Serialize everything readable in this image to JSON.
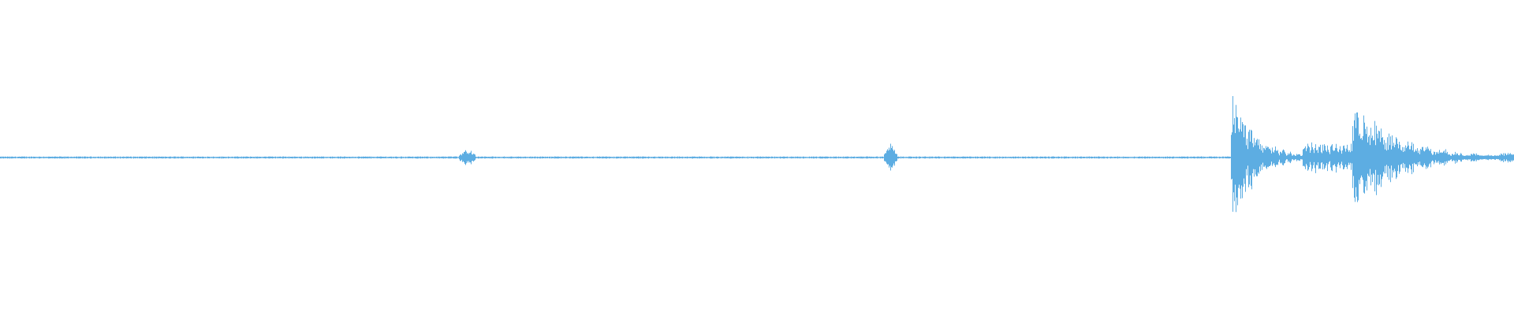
{
  "colors": {
    "background": "#ffffff",
    "waveform": "#5dade2"
  },
  "waveform": {
    "noise_floor": 0.012,
    "segments": [
      {
        "start": 0.0,
        "end": 0.3,
        "peak": 0.012,
        "kind": "silence"
      },
      {
        "start": 0.302,
        "end": 0.315,
        "peak": 0.1,
        "kind": "click"
      },
      {
        "start": 0.315,
        "end": 0.583,
        "peak": 0.012,
        "kind": "silence"
      },
      {
        "start": 0.583,
        "end": 0.593,
        "peak": 0.15,
        "kind": "click"
      },
      {
        "start": 0.593,
        "end": 0.813,
        "peak": 0.012,
        "kind": "silence"
      },
      {
        "start": 0.813,
        "end": 0.86,
        "peak": 0.95,
        "kind": "burst"
      },
      {
        "start": 0.86,
        "end": 0.893,
        "peak": 0.18,
        "kind": "tail"
      },
      {
        "start": 0.893,
        "end": 0.99,
        "peak": 0.72,
        "kind": "burst"
      },
      {
        "start": 0.99,
        "end": 1.0,
        "peak": 0.06,
        "kind": "tail"
      }
    ]
  }
}
